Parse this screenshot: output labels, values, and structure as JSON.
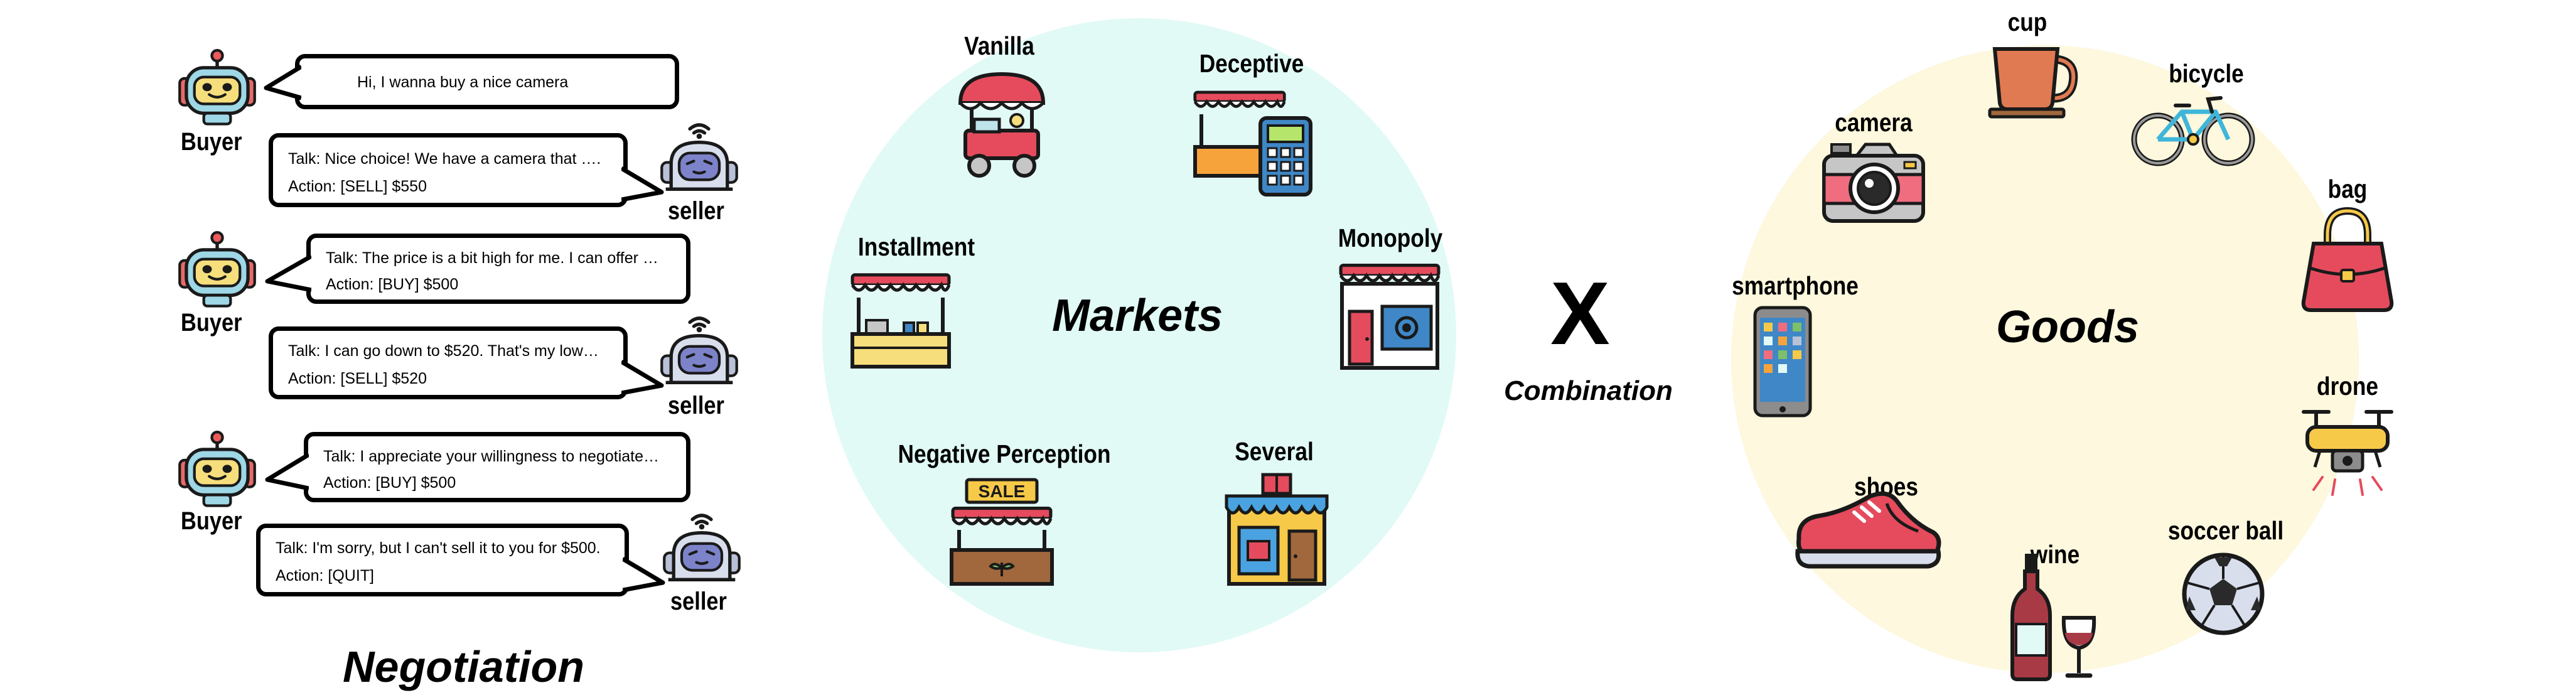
{
  "negotiation": {
    "title": "Negotiation",
    "turns": [
      {
        "role": "Buyer",
        "lines": [
          "Hi, I wanna buy a nice camera"
        ]
      },
      {
        "role": "seller",
        "lines": [
          "Talk: Nice choice! We have a camera that ….",
          "Action: [SELL] $550"
        ]
      },
      {
        "role": "Buyer",
        "lines": [
          "Talk: The price is a bit high for me. I can offer …",
          "Action: [BUY] $500"
        ]
      },
      {
        "role": "seller",
        "lines": [
          "Talk: I can go down to $520. That's my low…",
          "Action: [SELL] $520"
        ]
      },
      {
        "role": "Buyer",
        "lines": [
          "Talk: I appreciate your willingness to negotiate…",
          "Action: [BUY] $500"
        ]
      },
      {
        "role": "seller",
        "lines": [
          "Talk: I'm sorry, but I can't sell it to you for $500.",
          "Action: [QUIT]"
        ]
      }
    ]
  },
  "markets": {
    "title": "Markets",
    "items": [
      "Vanilla",
      "Deceptive",
      "Installment",
      "Monopoly",
      "Negative Perception",
      "Several"
    ],
    "sale_sign": "SALE",
    "circle_color": "#e1faf6"
  },
  "combination": {
    "symbol": "X",
    "label": "Combination"
  },
  "goods": {
    "title": "Goods",
    "items": [
      "cup",
      "bicycle",
      "camera",
      "bag",
      "smartphone",
      "drone",
      "shoes",
      "soccer ball",
      "wine"
    ],
    "circle_color": "#fdf8de"
  },
  "icons": {
    "buyer": "robot-buyer-icon",
    "seller": "robot-seller-icon",
    "markets": [
      "food-cart-icon",
      "calculator-stall-icon",
      "kiosk-stall-icon",
      "storefront-icon",
      "sale-stall-icon",
      "gift-shop-icon"
    ],
    "goods": [
      "cup-icon",
      "bicycle-icon",
      "camera-icon",
      "handbag-icon",
      "smartphone-icon",
      "drone-icon",
      "sneaker-icon",
      "soccer-ball-icon",
      "wine-icon"
    ]
  }
}
